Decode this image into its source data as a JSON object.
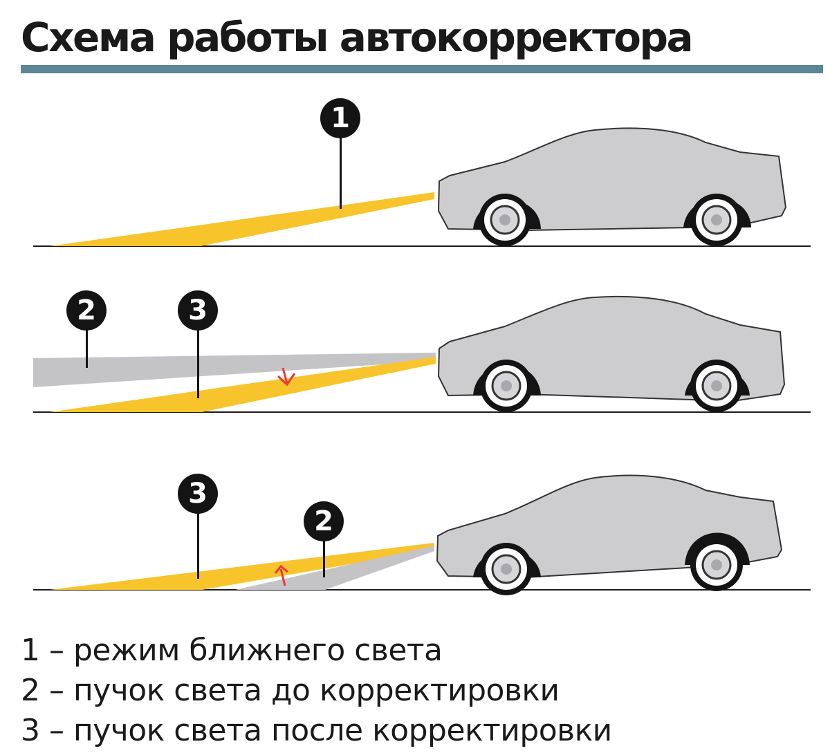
{
  "title": "Схема работы автокорректора",
  "colors": {
    "accent_rule": "#5b8794",
    "beam_low": "#f7c42c",
    "beam_uncorrected": "#c4c4c6",
    "car_body": "#cdcdcf",
    "tire": "#141414",
    "correction_arrow": "#e83a3a",
    "ground": "#1a1a1a"
  },
  "scenes": [
    {
      "id": "normal",
      "markers": [
        "1"
      ]
    },
    {
      "id": "loaded-rear",
      "markers": [
        "2",
        "3"
      ],
      "correction": "down"
    },
    {
      "id": "loaded-front",
      "markers": [
        "3",
        "2"
      ],
      "correction": "up"
    }
  ],
  "legend": [
    "1 – режим ближнего света",
    "2 – пучок света до корректировки",
    "3 – пучок света после корректировки"
  ]
}
